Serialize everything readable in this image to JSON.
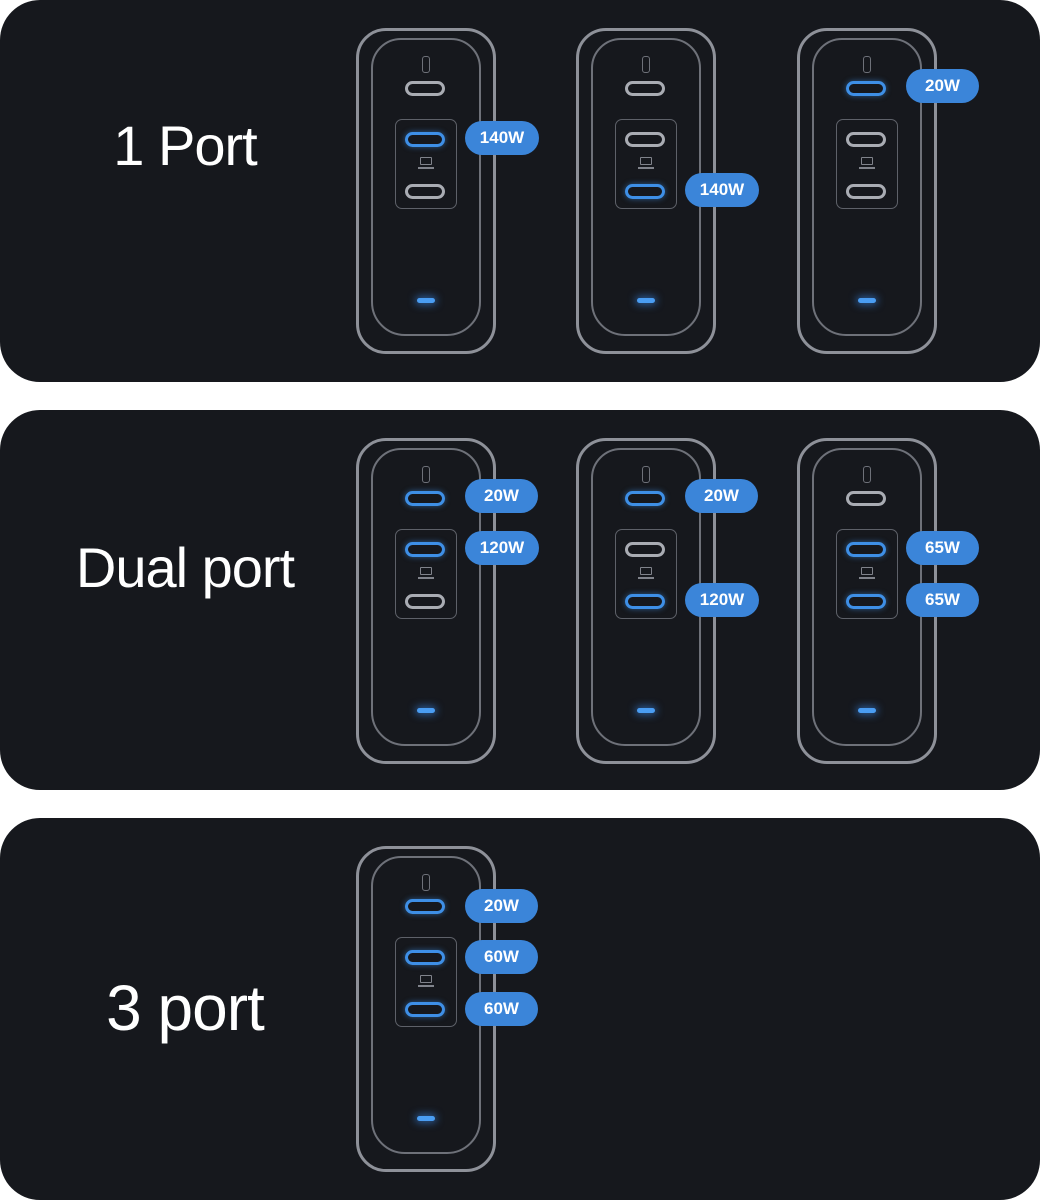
{
  "modes": [
    {
      "title": "1 Port",
      "chargers": [
        {
          "active_ports": [
            2
          ],
          "badges": [
            {
              "port": 2,
              "label": "140W"
            }
          ]
        },
        {
          "active_ports": [
            3
          ],
          "badges": [
            {
              "port": 3,
              "label": "140W"
            }
          ]
        },
        {
          "active_ports": [
            1
          ],
          "badges": [
            {
              "port": 1,
              "label": "20W"
            }
          ]
        }
      ]
    },
    {
      "title": "Dual port",
      "chargers": [
        {
          "active_ports": [
            1,
            2
          ],
          "badges": [
            {
              "port": 1,
              "label": "20W"
            },
            {
              "port": 2,
              "label": "120W"
            }
          ]
        },
        {
          "active_ports": [
            1,
            3
          ],
          "badges": [
            {
              "port": 1,
              "label": "20W"
            },
            {
              "port": 3,
              "label": "120W"
            }
          ]
        },
        {
          "active_ports": [
            2,
            3
          ],
          "badges": [
            {
              "port": 2,
              "label": "65W"
            },
            {
              "port": 3,
              "label": "65W"
            }
          ]
        }
      ]
    },
    {
      "title": "3 port",
      "chargers": [
        {
          "active_ports": [
            1,
            2,
            3
          ],
          "badges": [
            {
              "port": 1,
              "label": "20W"
            },
            {
              "port": 2,
              "label": "60W"
            },
            {
              "port": 3,
              "label": "60W"
            }
          ]
        }
      ]
    }
  ],
  "colors": {
    "panel_background": "#16181d",
    "active_port": "#3e8fe6",
    "inactive_port": "#a9acb3",
    "badge": "#3b85d9",
    "led": "#4a9df2",
    "outline": "#8e9199"
  },
  "icons": {
    "laptop": "laptop-icon",
    "led": "led-indicator"
  }
}
